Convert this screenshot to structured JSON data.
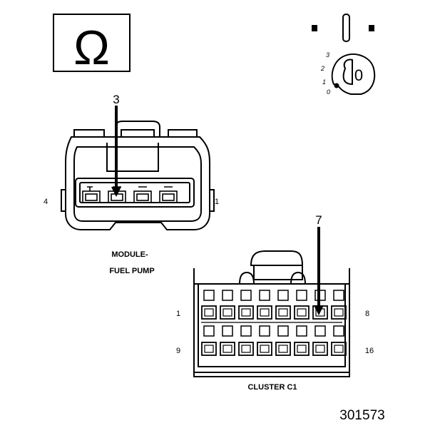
{
  "symbols": {
    "ohm": "Ω",
    "key_positions": [
      "3",
      "2",
      "1",
      "0"
    ],
    "key_state": "0"
  },
  "connectors": {
    "fuel_pump": {
      "name_line1": "MODULE-",
      "name_line2": "FUEL PUMP",
      "callout": "3",
      "left_pin": "4",
      "right_pin": "1"
    },
    "cluster": {
      "name": "CLUSTER C1",
      "callout": "7",
      "row1_left": "1",
      "row1_right": "8",
      "row2_left": "9",
      "row2_right": "16"
    }
  },
  "figure_number": "301573",
  "colors": {
    "ink": "#000000",
    "paper": "#ffffff"
  }
}
